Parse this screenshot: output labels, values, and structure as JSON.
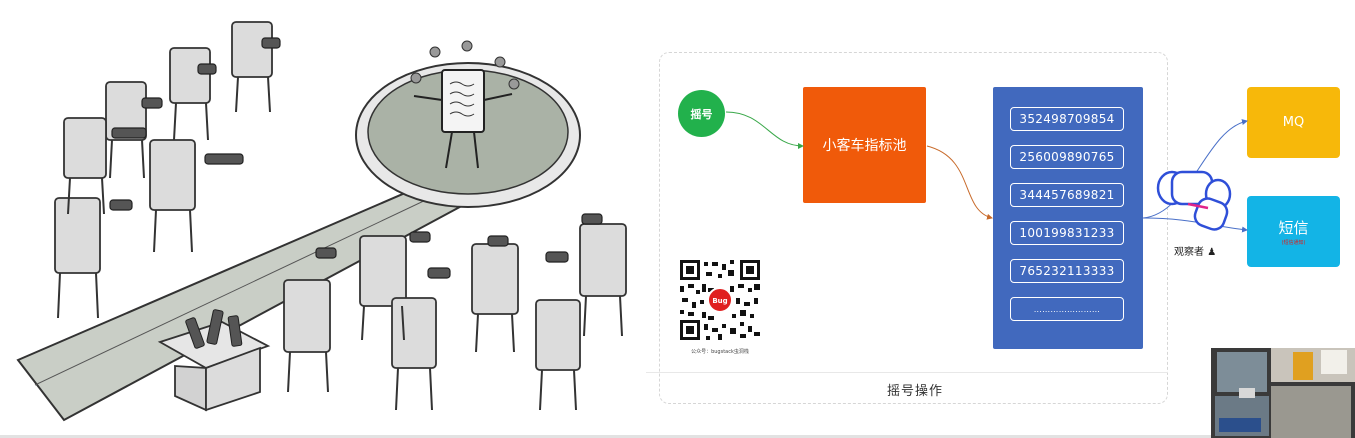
{
  "diagram": {
    "caption": "摇号操作",
    "start_node": "摇号",
    "pool": "小客车指标池",
    "numbers": [
      "352498709854",
      "256009890765",
      "344457689821",
      "100199831233",
      "765232113333",
      "……………………"
    ],
    "observer_label": "观察者",
    "sinks": {
      "mq": "MQ",
      "sms": "短信",
      "sms_sub": "(短信通知)"
    },
    "qr_caption": "公众号：bugstack虫洞栈",
    "qr_badge": "Bug"
  },
  "colors": {
    "start": "#22b14c",
    "pool": "#f05a0a",
    "panel": "#4169be",
    "mq": "#f7b80a",
    "sms": "#13b4e6",
    "binocular": "#2f4fd8",
    "binocular_accent": "#e0248a"
  }
}
